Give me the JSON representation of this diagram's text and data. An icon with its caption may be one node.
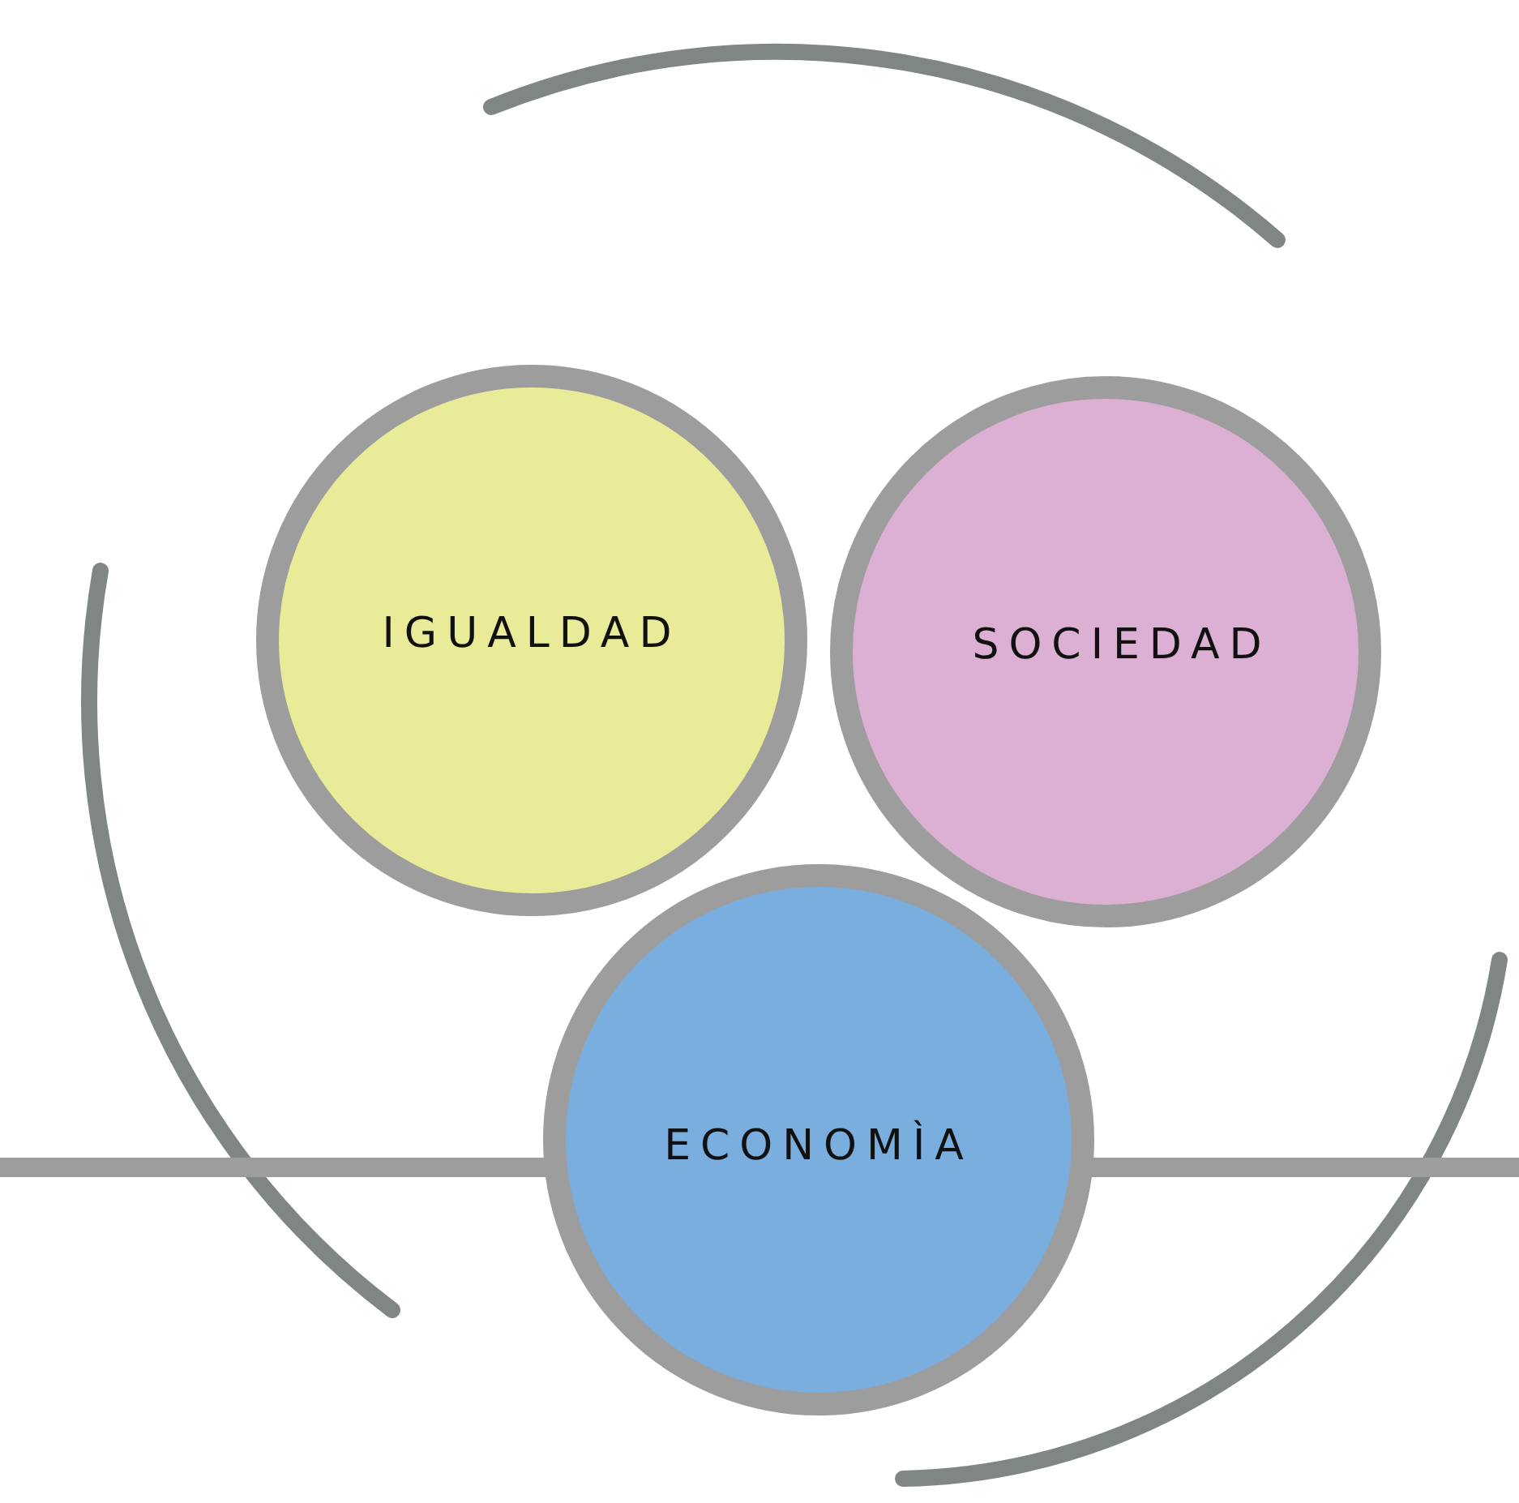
{
  "diagram": {
    "nodes": [
      {
        "text": [
          "IGUALDAD"
        ]
      },
      {
        "text": [
          "SOCIEDAD"
        ]
      },
      {
        "text": [
          "ECONOMÌA"
        ]
      }
    ]
  }
}
